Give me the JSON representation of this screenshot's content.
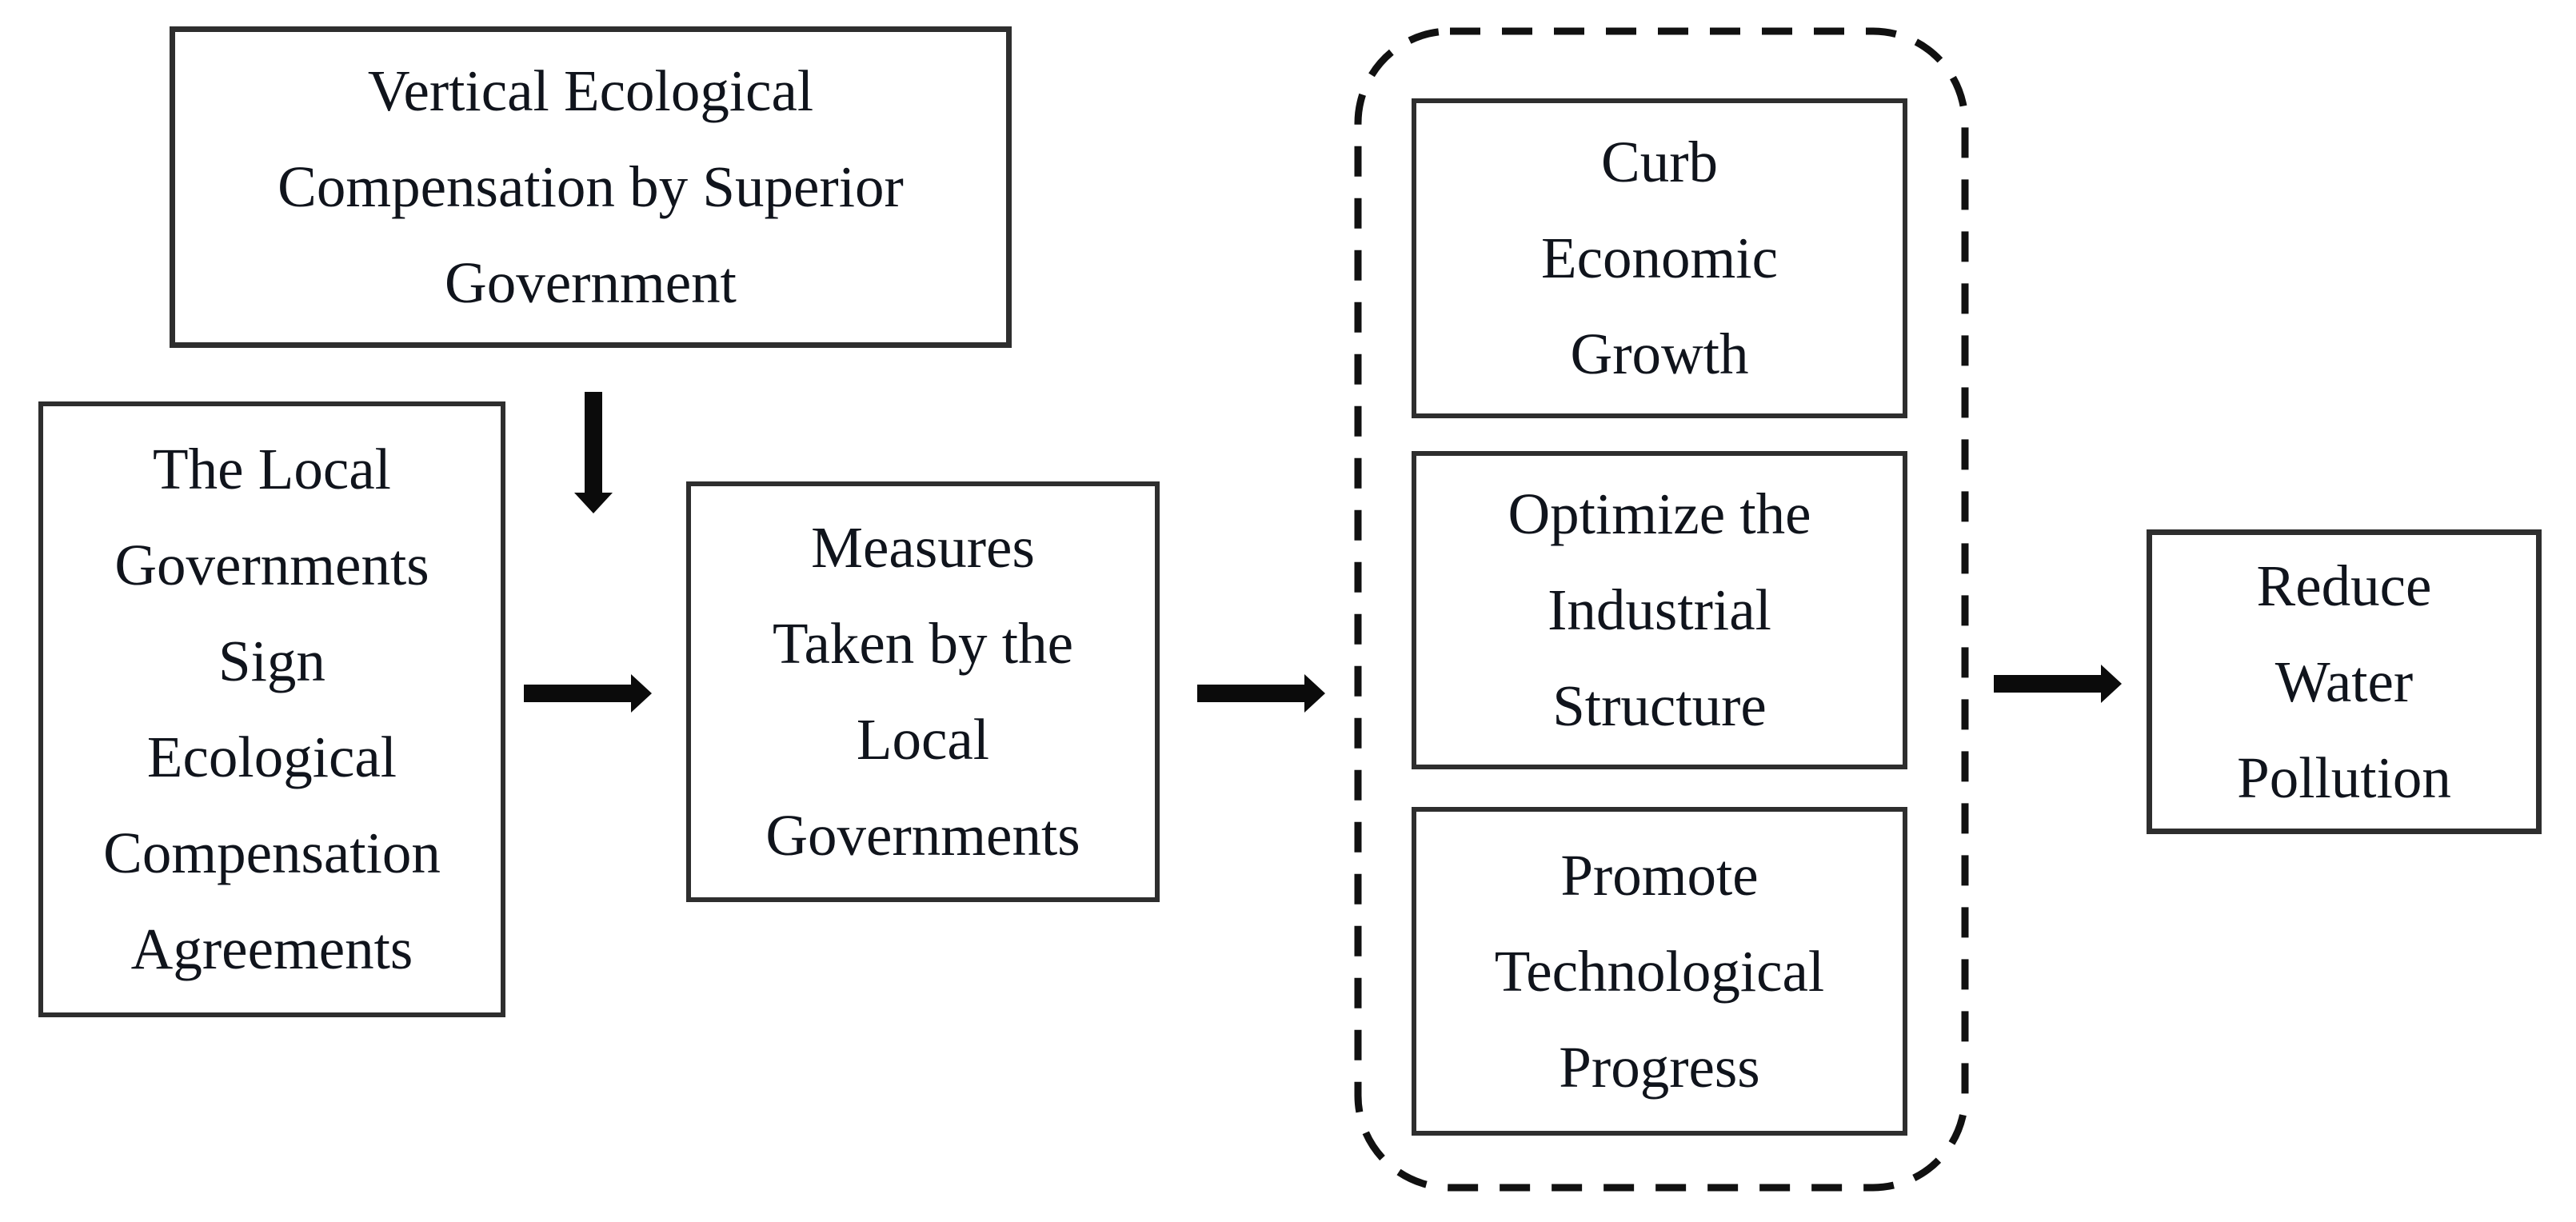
{
  "figure": {
    "type": "flowchart",
    "background": "#ffffff",
    "box_border_color": "#2e2e2e",
    "dashed_border_color": "#111111",
    "text_color": "#10141c",
    "arrow_color": "#0b0b0b"
  },
  "nodes": {
    "vertical_compensation": {
      "lines": [
        "Vertical Ecological",
        "Compensation by Superior",
        "Government"
      ]
    },
    "sign_agreements": {
      "lines": [
        "The Local",
        "Governments",
        "Sign",
        "Ecological",
        "Compensation",
        "Agreements"
      ]
    },
    "measures": {
      "lines": [
        "Measures",
        "Taken by the",
        "Local",
        "Governments"
      ]
    },
    "curb_growth": {
      "lines": [
        "Curb",
        "Economic",
        "Growth"
      ]
    },
    "optimize_industry": {
      "lines": [
        "Optimize the",
        "Industrial",
        "Structure"
      ]
    },
    "promote_tech": {
      "lines": [
        "Promote",
        "Technological",
        "Progress"
      ]
    },
    "reduce_pollution": {
      "lines": [
        "Reduce",
        "Water",
        "Pollution"
      ]
    }
  },
  "groups": [
    {
      "name": "measures-effects-group",
      "style": "dashed-rounded",
      "members": [
        "curb_growth",
        "optimize_industry",
        "promote_tech"
      ]
    }
  ],
  "connections": [
    {
      "from": "vertical_compensation",
      "to": "measures",
      "direction": "down"
    },
    {
      "from": "sign_agreements",
      "to": "measures",
      "direction": "right"
    },
    {
      "from": "measures",
      "to": "measures-effects-group",
      "direction": "right"
    },
    {
      "from": "measures-effects-group",
      "to": "reduce_pollution",
      "direction": "right"
    }
  ]
}
